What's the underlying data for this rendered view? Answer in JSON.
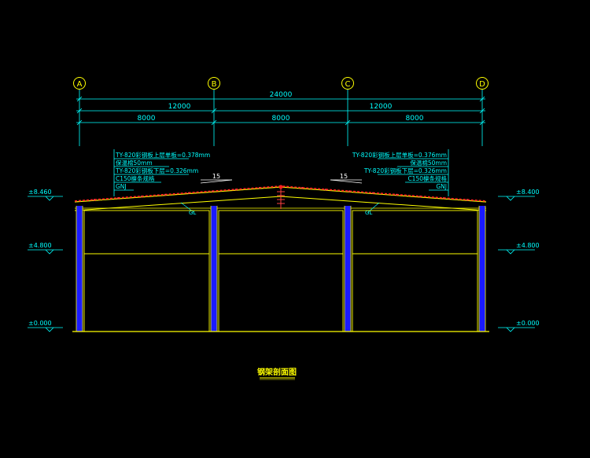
{
  "axes": [
    "A",
    "B",
    "C",
    "D"
  ],
  "dimensions": {
    "total": "24000",
    "halves": [
      "12000",
      "12000"
    ],
    "bays": [
      "8000",
      "8000",
      "8000"
    ]
  },
  "elevations": {
    "left": [
      "±8.460",
      "±4.800",
      "±0.000"
    ],
    "right": [
      "±8.400",
      "±4.800",
      "±0.000"
    ]
  },
  "slope_marks": [
    "15",
    "15"
  ],
  "notes_left": [
    "TY-820彩钢板上层单板=0.378mm",
    "保温棉50mm",
    "TY-820彩钢板下层=0.326mm",
    "C150檩条规格",
    "GNJ"
  ],
  "notes_right": [
    "TY-820彩钢板上层单板=0.376mm",
    "保温棉50mm",
    "TY-820彩钢板下层=0.326mm",
    "C150檩条规格",
    "GNJ"
  ],
  "beam_tags": [
    "GL",
    "GL"
  ],
  "drawing_title": "钢架剖面图",
  "colors": {
    "dimension": "#00ffff",
    "structure": "#ffff00",
    "column": "#3333ff",
    "purlin": "#ff2020",
    "background": "#000000"
  }
}
